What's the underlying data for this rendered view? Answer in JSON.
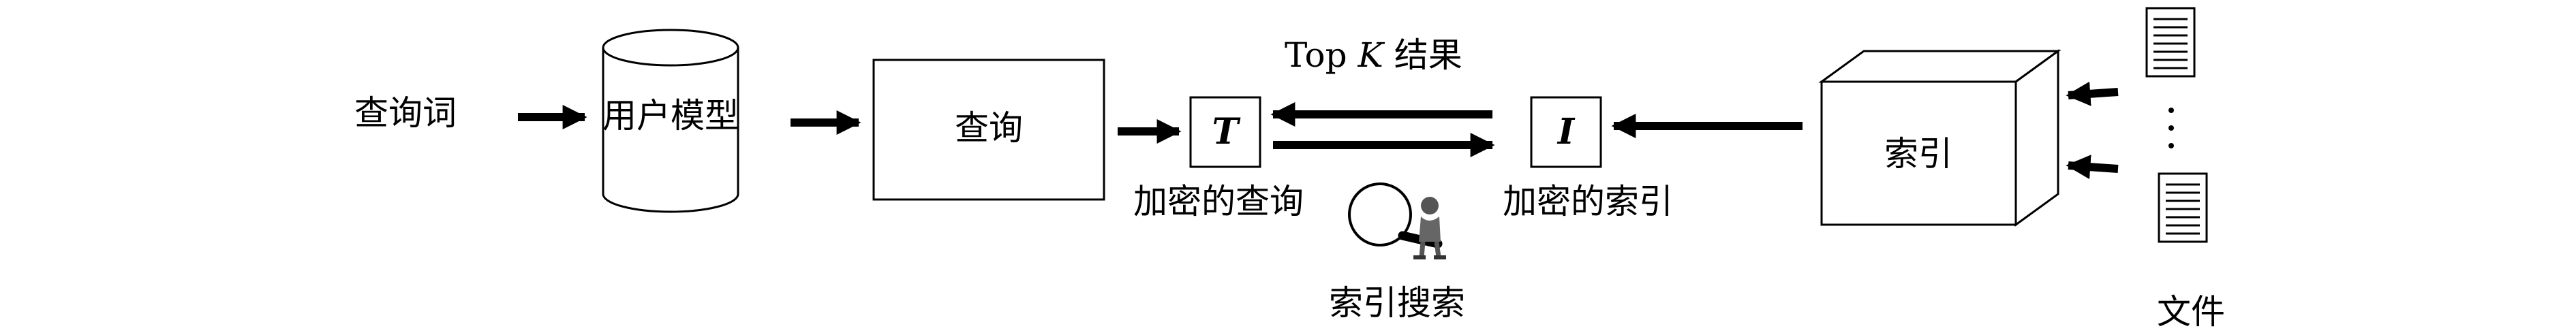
{
  "labels": {
    "query_term": "查询词",
    "user_model": "用户模型",
    "query": "查询",
    "trapdoor": "T",
    "encrypted_query": "加密的查询",
    "topk_top": "Top",
    "topk_k": "K",
    "topk_result": "结果",
    "encrypted_index_symbol": "I",
    "encrypted_index": "加密的索引",
    "index_search": "索引搜索",
    "index": "索引",
    "files": "文件",
    "vertical_dots": "·",
    "magnifier_icon": "magnifying-glass-person-icon",
    "document_icon": "document-icon"
  },
  "colors": {
    "stroke": "#000000",
    "background": "#ffffff"
  }
}
